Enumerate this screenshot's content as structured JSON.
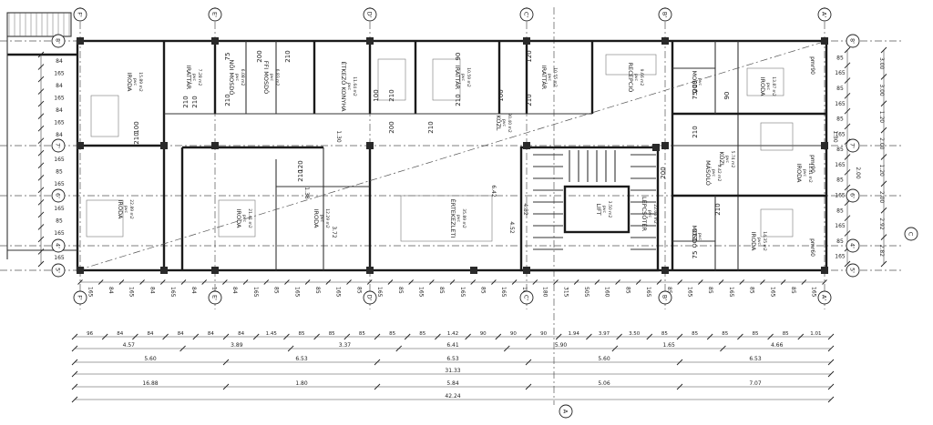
{
  "plan": {
    "rooms": [
      {
        "name": "IRODA",
        "area": "15.89 m2",
        "floor": "pvc"
      },
      {
        "name": "IRATTÁR",
        "area": "7.28 m2",
        "floor": "pvc"
      },
      {
        "name": "NŐI MOSDÓ",
        "area": "6.08 m2",
        "floor": "pvc"
      },
      {
        "name": "FFI MOSDÓ",
        "area": "6.83 m2",
        "floor": "pvc"
      },
      {
        "name": "ÉTKEZŐ KONYHA",
        "area": "11.64 m2",
        "floor": "pvc"
      },
      {
        "name": "IRATTÁR",
        "area": "10.59 m2",
        "floor": "pvc"
      },
      {
        "name": "IRATTÁR",
        "area": "10.55 m2",
        "floor": "pvc"
      },
      {
        "name": "RECEPCIÓ",
        "area": "9.66 m2",
        "floor": "pvc"
      },
      {
        "name": "IRODA",
        "area": "13.87 m2",
        "floor": "pvc"
      },
      {
        "name": "IRODA",
        "area": "22.89 m2",
        "floor": "pvc"
      },
      {
        "name": "IRODA",
        "area": "21.41 m2",
        "floor": "pvc"
      },
      {
        "name": "IRODA",
        "area": "12.29 m2",
        "floor": "pvc"
      },
      {
        "name": "ÉRTEKEZLETI",
        "area": "35.89 m2",
        "floor": "pvc"
      },
      {
        "name": "KÖZL",
        "area": "30.40 m2",
        "floor": "pvc"
      },
      {
        "name": "LIFT",
        "area": "3.50 m2",
        "floor": "pvc"
      },
      {
        "name": "LÉPCSŐTÉR",
        "area": "22.06 m2",
        "floor": "pvc"
      },
      {
        "name": "MÁSOLÓ",
        "area": "3.42 m2",
        "floor": "pvc"
      },
      {
        "name": "KÖZL",
        "area": "5.74 m2",
        "floor": "pvc"
      },
      {
        "name": "IRODA",
        "area": "11.41 m2",
        "floor": "pvc"
      },
      {
        "name": "IRODA",
        "area": "14.35 m2",
        "floor": "pvc"
      },
      {
        "name": "MOSDÓ",
        "area": "",
        "floor": "pvc"
      },
      {
        "name": "MOSDÓ",
        "area": "",
        "floor": "pvc"
      }
    ],
    "axis_bubbles_top": [
      "F'",
      "E'",
      "D'",
      "C'",
      "B'",
      "A'"
    ],
    "axis_bubbles_bottom": [
      "F'",
      "E'",
      "D'",
      "C'",
      "B'",
      "A'"
    ],
    "axis_bubbles_side": [
      "8'",
      "7'",
      "6'",
      "5'",
      "4'"
    ],
    "axis_bubble_right": "C",
    "axis_bubble_bottom_center": "A",
    "dim_row1": [
      "96",
      "84",
      "84",
      "84",
      "84",
      "84",
      "1.45",
      "85",
      "85",
      "85",
      "85",
      "85",
      "1.42",
      "90",
      "90",
      "90",
      "1.94",
      "3.97",
      "3.50",
      "85",
      "85",
      "85",
      "85",
      "85",
      "1.01"
    ],
    "dim_row2": [
      "4.57",
      "3.89",
      "3.37",
      "6.41",
      "5.90",
      "1.65",
      "4.66"
    ],
    "dim_row3": [
      "5.60",
      "6.53",
      "6.53",
      "5.60",
      "6.53"
    ],
    "dim_row4": [
      "31.33"
    ],
    "dim_row5": [
      "16.88",
      "1.80",
      "5.84",
      "5.06",
      "7.07"
    ],
    "dim_row6": [
      "42.24"
    ],
    "bottom_chain": [
      "165",
      "84",
      "165",
      "84",
      "165",
      "84",
      "165",
      "84",
      "165",
      "85",
      "165",
      "85",
      "165",
      "85",
      "165",
      "85",
      "165",
      "85",
      "165",
      "85",
      "165",
      "160",
      "180",
      "315",
      "505",
      "160",
      "85",
      "165",
      "85",
      "165",
      "85",
      "165",
      "85",
      "165",
      "85",
      "165"
    ],
    "left_chain": [
      "84",
      "165",
      "84",
      "165",
      "84",
      "165",
      "84",
      "85",
      "165",
      "85",
      "165",
      "85",
      "165",
      "85",
      "165",
      "85",
      "165"
    ],
    "right_chain": [
      "85",
      "165",
      "85",
      "165",
      "85",
      "165",
      "85",
      "165",
      "85",
      "165",
      "85",
      "165",
      "85",
      "165"
    ],
    "right_outer": [
      "3.00",
      "3.00",
      "1.20",
      "2.00",
      "1.20",
      "2.00",
      "2.92",
      "2.82"
    ],
    "door_labels": [
      "210",
      "210",
      "100",
      "210",
      "75",
      "210",
      "200",
      "210",
      "120",
      "210",
      "200",
      "210",
      "100",
      "210",
      "90",
      "210",
      "100",
      "120",
      "210",
      "75",
      "210",
      "90",
      "210",
      "200",
      "210",
      "75",
      "210"
    ],
    "misc_labels": [
      "pmr90",
      "pmr90",
      "pmr60",
      "1.30",
      "1.38",
      "3.72",
      "4.52",
      "4.82",
      "6.42",
      "1.30",
      "2.00"
    ]
  }
}
